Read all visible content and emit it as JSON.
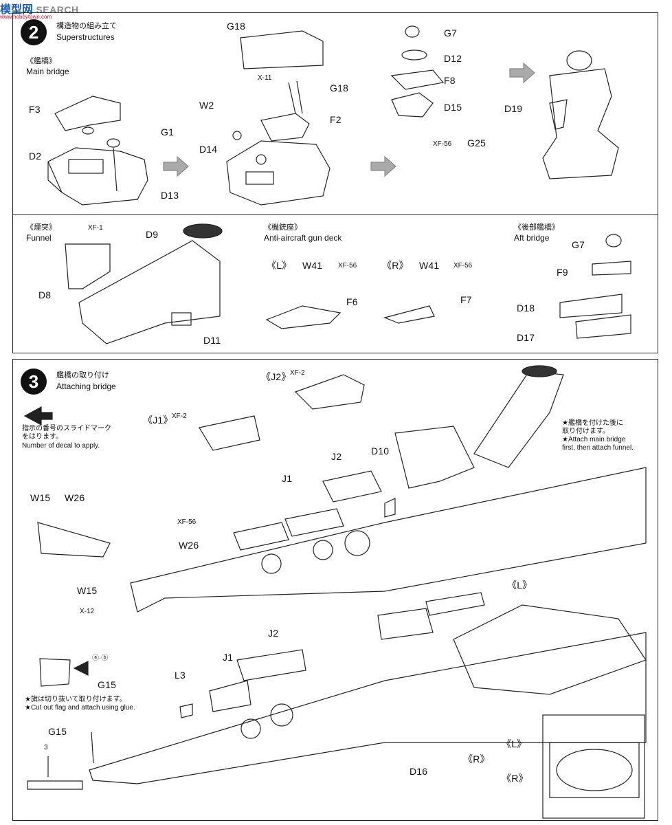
{
  "watermark": {
    "brand": "模型网",
    "search": "SEARCH",
    "site": "www.hobbytown.com"
  },
  "step2": {
    "number": "2",
    "title_jp": "構造物の組み立て",
    "title_en": "Superstructures",
    "main_bridge": {
      "jp": "《艦橋》",
      "en": "Main bridge"
    },
    "funnel": {
      "jp": "《煙突》",
      "en": "Funnel"
    },
    "aa_deck": {
      "jp": "《機銃座》",
      "en": "Anti-aircraft gun deck"
    },
    "aft_bridge": {
      "jp": "《後部艦橋》",
      "en": "Aft bridge"
    },
    "parts": {
      "F3": "F3",
      "G1": "G1",
      "D2": "D2",
      "D13": "D13",
      "G18a": "G18",
      "X11": "X-11",
      "G18b": "G18",
      "W2": "W2",
      "F2": "F2",
      "D14": "D14",
      "G7": "G7",
      "D12": "D12",
      "F8": "F8",
      "D15": "D15",
      "D19": "D19",
      "XF56": "XF-56",
      "G25": "G25",
      "XF1": "XF-1",
      "D9": "D9",
      "D8": "D8",
      "D11": "D11",
      "L": "《L》",
      "R": "《R》",
      "W41a": "W41",
      "W41b": "W41",
      "XF56b": "XF-56",
      "XF56c": "XF-56",
      "F6": "F6",
      "F7": "F7",
      "G7b": "G7",
      "F9": "F9",
      "D18": "D18",
      "D17": "D17"
    }
  },
  "step3": {
    "number": "3",
    "title_jp": "艦橋の取り付け",
    "title_en": "Attaching bridge",
    "decal_note_jp1": "指示の番号のスライドマーク",
    "decal_note_jp2": "をはります。",
    "decal_note_en": "Number of decal to apply.",
    "bridge_note_jp1": "★艦橋を付けた後に",
    "bridge_note_jp2": "取り付けます。",
    "bridge_note_en1": "★Attach main bridge",
    "bridge_note_en2": "first, then attach funnel.",
    "flag_note_jp": "★旗は切り抜いて取り付けます。",
    "flag_note_en": "★Cut out flag and attach using glue.",
    "parts": {
      "J2": "《J2》",
      "XF2a": "XF-2",
      "J1": "《J1》",
      "XF2b": "XF-2",
      "D10": "D10",
      "J2b": "J2",
      "J1b": "J1",
      "W15": "W15",
      "W26": "W26",
      "XF56": "XF-56",
      "W26b": "W26",
      "W15b": "W15",
      "X12": "X-12",
      "L": "《L》",
      "J2c": "J2",
      "J1c": "J1",
      "L3": "L3",
      "G15": "G15",
      "ab": "ⓐ·ⓑ",
      "G15b": "G15",
      "circle3": "3",
      "D16": "D16",
      "R": "《R》",
      "Lb": "《L》",
      "Rb": "《R》"
    }
  }
}
